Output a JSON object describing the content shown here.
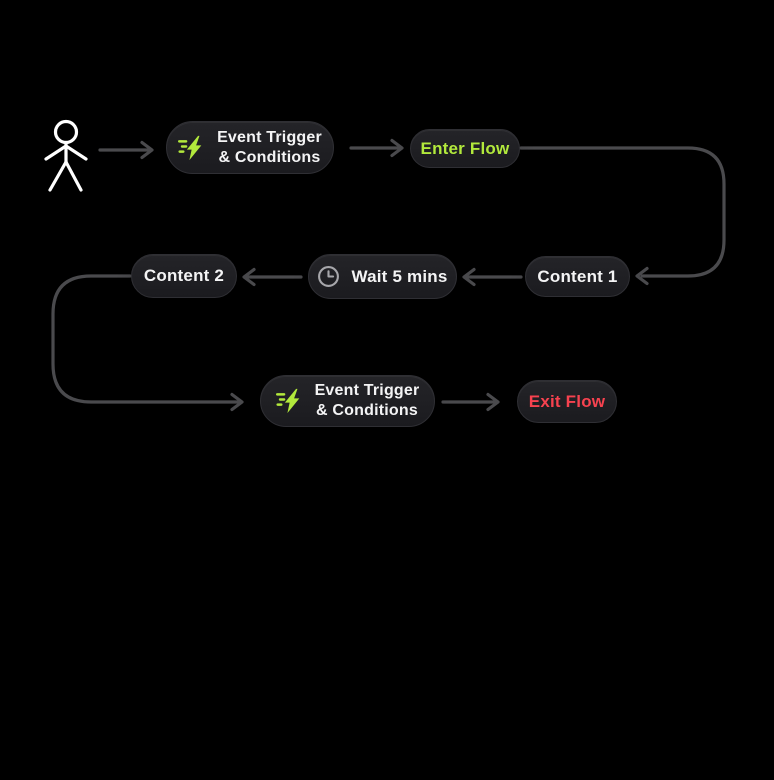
{
  "colors": {
    "background": "#000000",
    "accent_green": "#b2e93c",
    "accent_red": "#f7424f",
    "line": "#4a4a4d",
    "pill_bg": "#202024",
    "pill_border": "#2f2f34",
    "text": "#f4f4f5",
    "clock": "#a7a7ab",
    "figure": "#ffffff"
  },
  "nodes": {
    "actor": {
      "icon": "stick-figure-person"
    },
    "event_trigger_1": {
      "line1": "Event Trigger",
      "line2": "& Conditions",
      "icon": "lightning-bolt-speed"
    },
    "enter_flow": {
      "label": "Enter Flow"
    },
    "content_1": {
      "label": "Content 1"
    },
    "wait_5_mins": {
      "label": "Wait 5 mins",
      "icon": "clock"
    },
    "content_2": {
      "label": "Content 2"
    },
    "event_trigger_2": {
      "line1": "Event Trigger",
      "line2": "& Conditions",
      "icon": "lightning-bolt-speed"
    },
    "exit_flow": {
      "label": "Exit Flow"
    }
  }
}
